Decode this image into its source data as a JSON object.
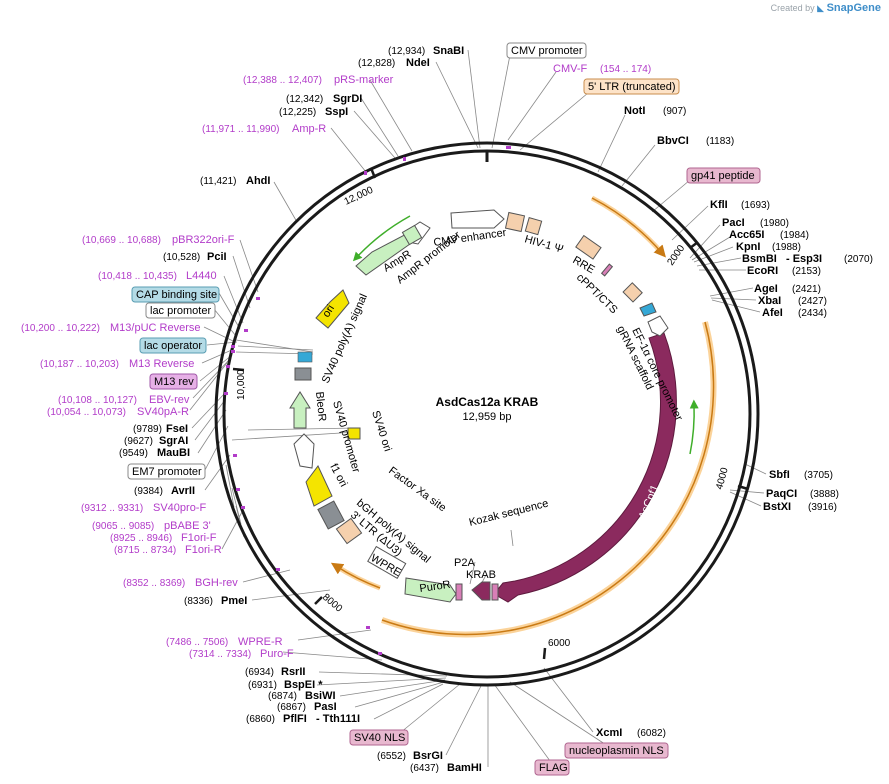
{
  "app": {
    "credit_prefix": "Created by",
    "credit_brand": "SnapGene"
  },
  "plasmid": {
    "name": "AsdCas12a KRAB",
    "length": "12,959 bp"
  },
  "ruler": [
    "2000",
    "4000",
    "6000",
    "8000",
    "10,000",
    "12,000"
  ],
  "colors": {
    "primer": "#b23cc9",
    "ascpf1": "#8b2a5e",
    "promoter_fill": "#ffffff",
    "gene_green": "#c8f0c0",
    "ori_yellow": "#f4e400",
    "orange_feature": "#f5d0ad",
    "pink_feature": "#d87fb7",
    "blue_feature": "#35a8d6",
    "gray_feature": "#8a8f94",
    "orange_arc": "#fbd39a",
    "orange_arc_edge": "#c97a14"
  },
  "sites_right": [
    {
      "name": "NotI",
      "pos": "(907)"
    },
    {
      "name": "BbvCI",
      "pos": "(1183)"
    },
    {
      "name": "KflI",
      "pos": "(1693)"
    },
    {
      "name": "PacI",
      "pos": "(1980)"
    },
    {
      "name": "Acc65I",
      "pos": "(1984)"
    },
    {
      "name": "KpnI",
      "pos": "(1988)"
    },
    {
      "name": "BsmBI",
      "pos": "(2070)",
      "extra": "- Esp3I"
    },
    {
      "name": "EcoRI",
      "pos": "(2153)"
    },
    {
      "name": "AgeI",
      "pos": "(2421)"
    },
    {
      "name": "XbaI",
      "pos": "(2427)"
    },
    {
      "name": "AfeI",
      "pos": "(2434)"
    },
    {
      "name": "SbfI",
      "pos": "(3705)"
    },
    {
      "name": "PaqCI",
      "pos": "(3888)"
    },
    {
      "name": "BstXI",
      "pos": "(3916)"
    },
    {
      "name": "XcmI",
      "pos": "(6082)"
    }
  ],
  "sites_left": [
    {
      "name": "SnaBI",
      "pos": "(12,934)"
    },
    {
      "name": "NdeI",
      "pos": "(12,828)"
    },
    {
      "name": "SgrDI",
      "pos": "(12,342)"
    },
    {
      "name": "SspI",
      "pos": "(12,225)"
    },
    {
      "name": "AhdI",
      "pos": "(11,421)"
    },
    {
      "name": "PciI",
      "pos": "(10,528)"
    },
    {
      "name": "FseI",
      "pos": "(9789)"
    },
    {
      "name": "SgrAI",
      "pos": "(9627)"
    },
    {
      "name": "MauBI",
      "pos": "(9549)"
    },
    {
      "name": "AvrII",
      "pos": "(9384)"
    },
    {
      "name": "PmeI",
      "pos": "(8336)"
    },
    {
      "name": "RsrII",
      "pos": "(6934)"
    },
    {
      "name": "BspEI *",
      "pos": "(6931)"
    },
    {
      "name": "BsiWI",
      "pos": "(6874)"
    },
    {
      "name": "PasI",
      "pos": "(6867)"
    },
    {
      "name": "PflFI",
      "pos": "(6860)",
      "extra": "- Tth111I"
    },
    {
      "name": "BsrGI",
      "pos": "(6552)"
    },
    {
      "name": "BamHI",
      "pos": "(6437)"
    }
  ],
  "primers": [
    {
      "name": "CMV-F",
      "range": "(154 .. 174)"
    },
    {
      "name": "pRS-marker",
      "range": "(12,388 .. 12,407)"
    },
    {
      "name": "Amp-R",
      "range": "(11,971 .. 11,990)"
    },
    {
      "name": "pBR322ori-F",
      "range": "(10,669 .. 10,688)"
    },
    {
      "name": "L4440",
      "range": "(10,418 .. 10,435)"
    },
    {
      "name": "M13/pUC Reverse",
      "range": "(10,200 .. 10,222)"
    },
    {
      "name": "M13 Reverse",
      "range": "(10,187 .. 10,203)"
    },
    {
      "name": "EBV-rev",
      "range": "(10,108 .. 10,127)"
    },
    {
      "name": "SV40pA-R",
      "range": "(10,054 .. 10,073)"
    },
    {
      "name": "SV40pro-F",
      "range": "(9312 .. 9331)"
    },
    {
      "name": "pBABE 3'",
      "range": "(9065 .. 9085)"
    },
    {
      "name": "F1ori-F",
      "range": "(8925 .. 8946)"
    },
    {
      "name": "F1ori-R",
      "range": "(8715 .. 8734)"
    },
    {
      "name": "BGH-rev",
      "range": "(8352 .. 8369)"
    },
    {
      "name": "WPRE-R",
      "range": "(7486 .. 7506)"
    },
    {
      "name": "Puro-F",
      "range": "(7314 .. 7334)"
    }
  ],
  "boxed_labels": [
    {
      "text": "CMV promoter",
      "style": "white"
    },
    {
      "text": "5' LTR (truncated)",
      "style": "orange"
    },
    {
      "text": "gp41 peptide",
      "style": "pink"
    },
    {
      "text": "CAP binding site",
      "style": "blue"
    },
    {
      "text": "lac promoter",
      "style": "white"
    },
    {
      "text": "lac operator",
      "style": "blue"
    },
    {
      "text": "M13 rev",
      "style": "purple"
    },
    {
      "text": "EM7 promoter",
      "style": "white"
    },
    {
      "text": "SV40 NLS",
      "style": "pink"
    },
    {
      "text": "nucleoplasmin NLS",
      "style": "pink"
    },
    {
      "text": "FLAG",
      "style": "pink"
    }
  ],
  "inner_labels": [
    "CMV enhancer",
    "HIV-1 Ψ",
    "RRE",
    "cPPT/CTS",
    "EF-1α core promoter",
    "gRNA scaffold",
    "AmpR",
    "AmpR promoter",
    "ori",
    "SV40 poly(A) signal",
    "BleoR",
    "SV40 promoter",
    "SV40 ori",
    "f1 ori",
    "Factor Xa site",
    "bGH poly(A) signal",
    "3' LTR (ΔU3)",
    "WPRE",
    "PuroR",
    "P2A",
    "KRAB",
    "Kozak sequence",
    "AsCpf1"
  ]
}
